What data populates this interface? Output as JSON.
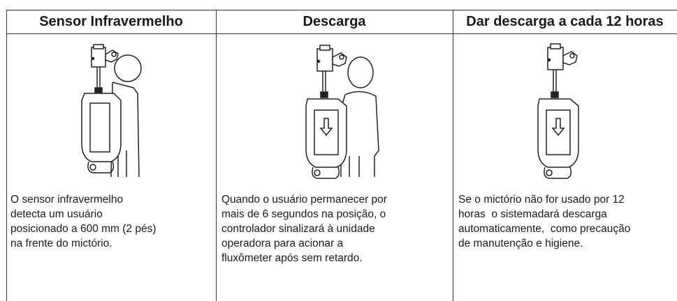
{
  "columns": [
    {
      "title": "Sensor Infravermelho",
      "description": "O sensor infravermelho\ndetecta um usuário\nposicionado a 600 mm (2 pés)\nna frente do mictório.",
      "illustration": "urinal-with-person-standing-close-icon"
    },
    {
      "title": "Descarga",
      "description": "Quando o usuário permanecer por\nmais de 6 segundos na posição, o\ncontrolador sinalizará à unidade\noperadora para acionar a\nfluxômeter após sem retardo.",
      "illustration": "urinal-flushing-with-person-icon"
    },
    {
      "title": "Dar descarga a cada 12 horas",
      "description": "Se o mictório não for usado por 12\nhoras  o sistemadará descarga\nautomaticamente,  como precaução\nde manutenção e higiene.",
      "illustration": "urinal-flushing-alone-icon"
    }
  ]
}
